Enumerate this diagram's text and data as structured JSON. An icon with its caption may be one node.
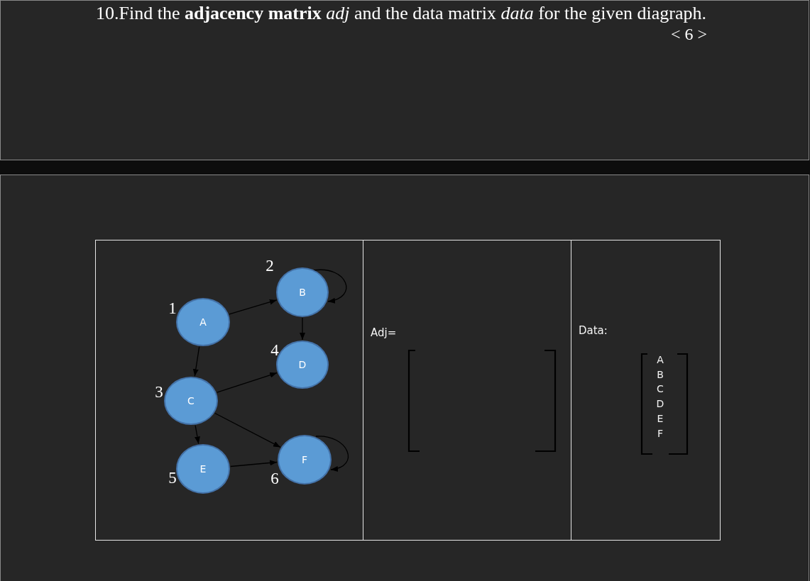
{
  "diagram": {
    "title": "10.Find the **adjacency matrix** *adj* and the data matrix *data* for the given diagraph.",
    "nodes": [
      {
        "text": [
          "A"
        ],
        "beside": [
          "1"
        ]
      },
      {
        "text": [
          "B"
        ],
        "beside": [
          "2"
        ]
      },
      {
        "text": [
          "C"
        ],
        "beside": [
          "3"
        ]
      },
      {
        "text": [
          "D"
        ],
        "beside": [
          "4"
        ]
      },
      {
        "text": [
          "E"
        ],
        "beside": [
          "5"
        ]
      },
      {
        "text": [
          "F"
        ],
        "beside": [
          "6"
        ]
      }
    ],
    "edges": [
      {
        "from": 0,
        "to": 1,
        "arrow": "to"
      },
      {
        "from": 0,
        "to": 2,
        "arrow": "to"
      },
      {
        "from": 1,
        "to": 1,
        "arrow": "to"
      },
      {
        "from": 1,
        "to": 3,
        "arrow": "to"
      },
      {
        "from": 2,
        "to": 3,
        "arrow": "to"
      },
      {
        "from": 2,
        "to": 4,
        "arrow": "to"
      },
      {
        "from": 2,
        "to": 5,
        "arrow": "to"
      },
      {
        "from": 4,
        "to": 5,
        "arrow": "to"
      },
      {
        "from": 5,
        "to": 5,
        "arrow": "to"
      }
    ],
    "labels": [
      "< 6 >",
      "Adj=",
      "Data:",
      "A",
      "B",
      "C",
      "D",
      "E",
      "F"
    ]
  }
}
